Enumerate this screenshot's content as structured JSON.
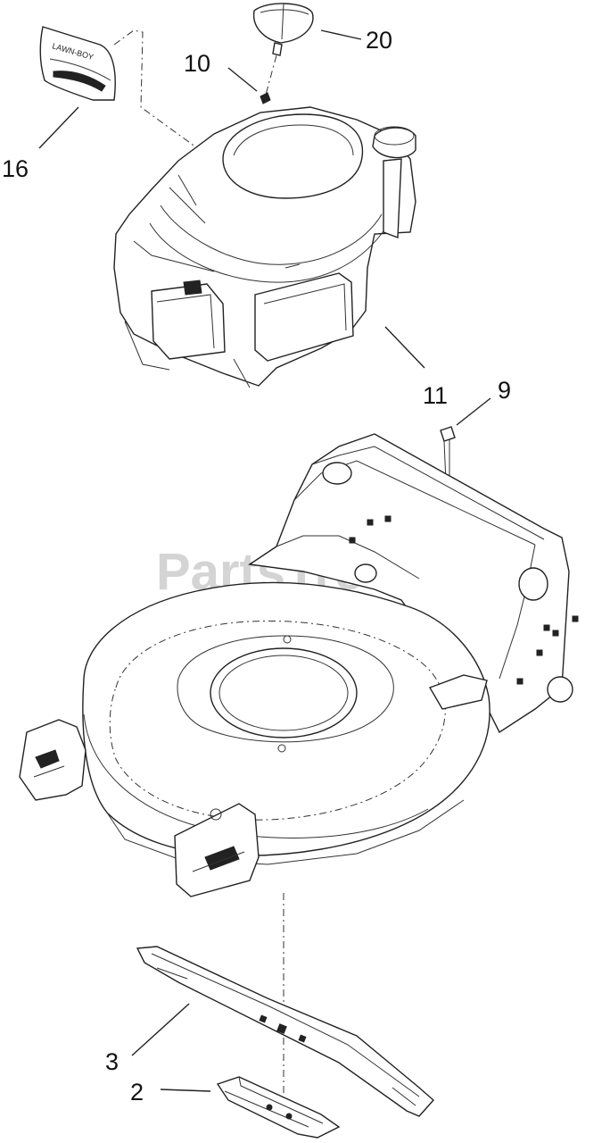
{
  "watermark": "PartsTree",
  "callouts": {
    "c20": "20",
    "c10": "10",
    "c16": "16",
    "c11": "11",
    "c9": "9",
    "c3": "3",
    "c2": "2"
  }
}
